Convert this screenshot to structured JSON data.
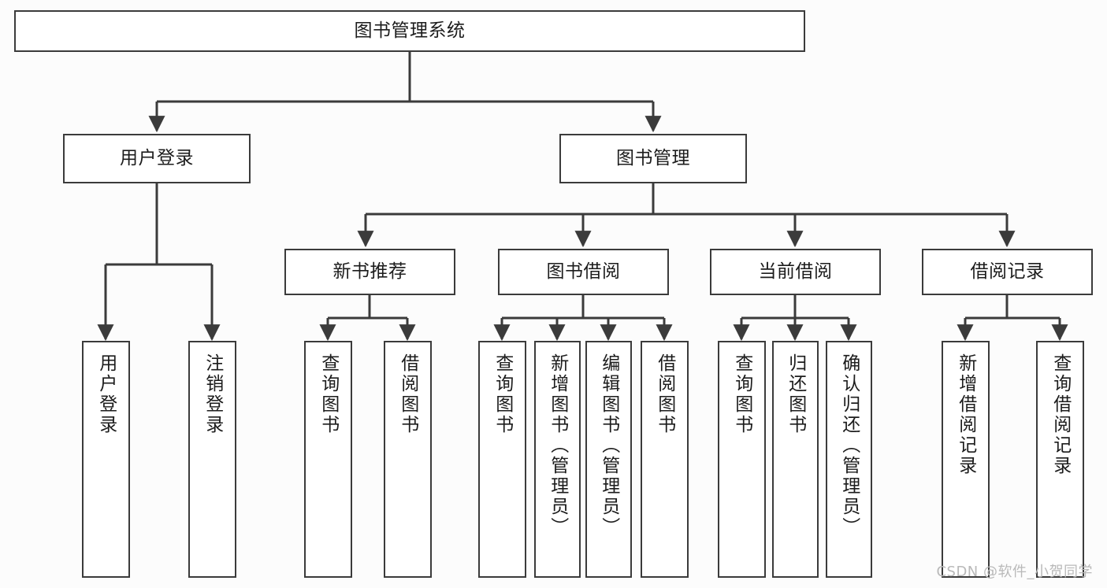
{
  "diagram": {
    "type": "tree",
    "title": "图书管理系统",
    "colors": {
      "background": "#fcfcfc",
      "box_fill": "#ffffff",
      "box_border": "#3b3b3b",
      "connector": "#3b3b3b",
      "text": "#1c1c1c",
      "watermark": "#b9b9b9"
    },
    "root": {
      "label": "图书管理系统"
    },
    "level1": [
      {
        "id": "user-login",
        "label": "用户登录"
      },
      {
        "id": "book-management",
        "label": "图书管理"
      }
    ],
    "level2": [
      {
        "id": "new-book-recommend",
        "label": "新书推荐"
      },
      {
        "id": "book-borrow",
        "label": "图书借阅"
      },
      {
        "id": "current-borrow",
        "label": "当前借阅"
      },
      {
        "id": "borrow-record",
        "label": "借阅记录"
      }
    ],
    "leaves": {
      "user_login": [
        {
          "id": "leaf-user-login",
          "label": "用户登录"
        },
        {
          "id": "leaf-logout-login",
          "label": "注销登录"
        }
      ],
      "new_book_recommend": [
        {
          "id": "leaf-query-book-1",
          "label": "查询图书"
        },
        {
          "id": "leaf-borrow-book-1",
          "label": "借阅图书"
        }
      ],
      "book_borrow": [
        {
          "id": "leaf-query-book-2",
          "label": "查询图书"
        },
        {
          "id": "leaf-add-book",
          "label": "新增图书（管理员）"
        },
        {
          "id": "leaf-edit-book",
          "label": "编辑图书（管理员）"
        },
        {
          "id": "leaf-borrow-book-2",
          "label": "借阅图书"
        }
      ],
      "current_borrow": [
        {
          "id": "leaf-query-book-3",
          "label": "查询图书"
        },
        {
          "id": "leaf-return-book",
          "label": "归还图书"
        },
        {
          "id": "leaf-confirm-return",
          "label": "确认归还（管理员）"
        }
      ],
      "borrow_record": [
        {
          "id": "leaf-add-record",
          "label": "新增借阅记录"
        },
        {
          "id": "leaf-query-record",
          "label": "查询借阅记录"
        }
      ]
    }
  },
  "watermark": {
    "text": "CSDN @软件_小贺同学"
  }
}
